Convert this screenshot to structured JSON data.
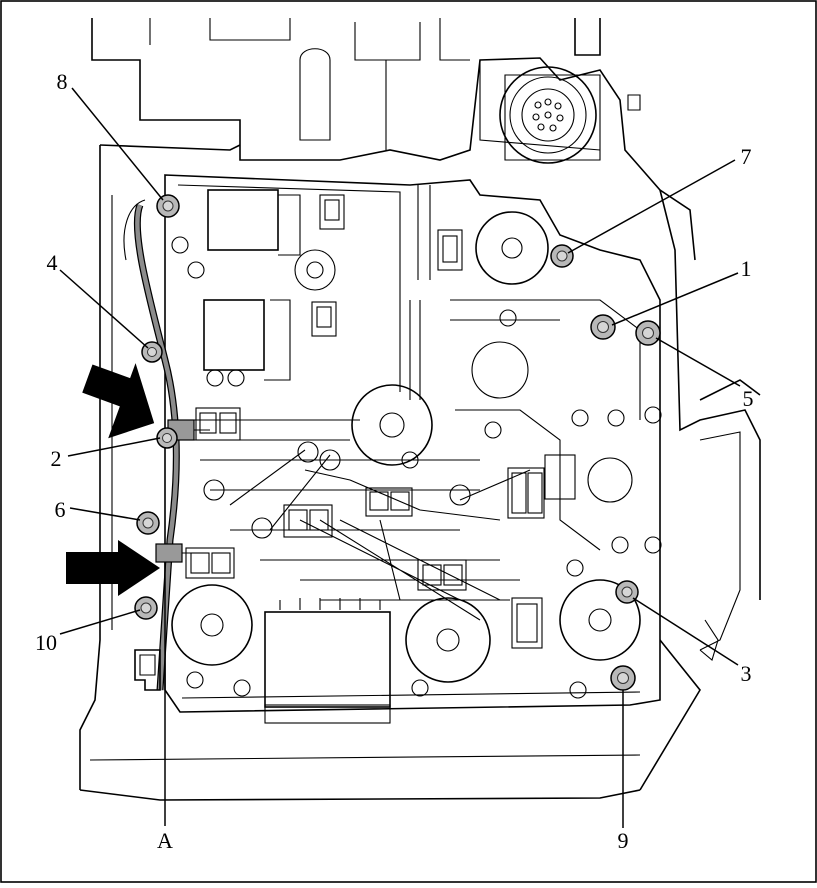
{
  "callouts": {
    "c1": "1",
    "c2": "2",
    "c3": "3",
    "c4": "4",
    "c5": "5",
    "c6": "6",
    "c7": "7",
    "c8": "8",
    "c9": "9",
    "c10": "10",
    "cA": "A"
  },
  "colors": {
    "line": "#000000",
    "bolt_fill": "#b8b8b8",
    "background": "#ffffff",
    "arrow_fill": "#000000"
  },
  "icons": {
    "arrows": "black-block-arrow-icon",
    "bolts": "hex-bolt-icon"
  }
}
